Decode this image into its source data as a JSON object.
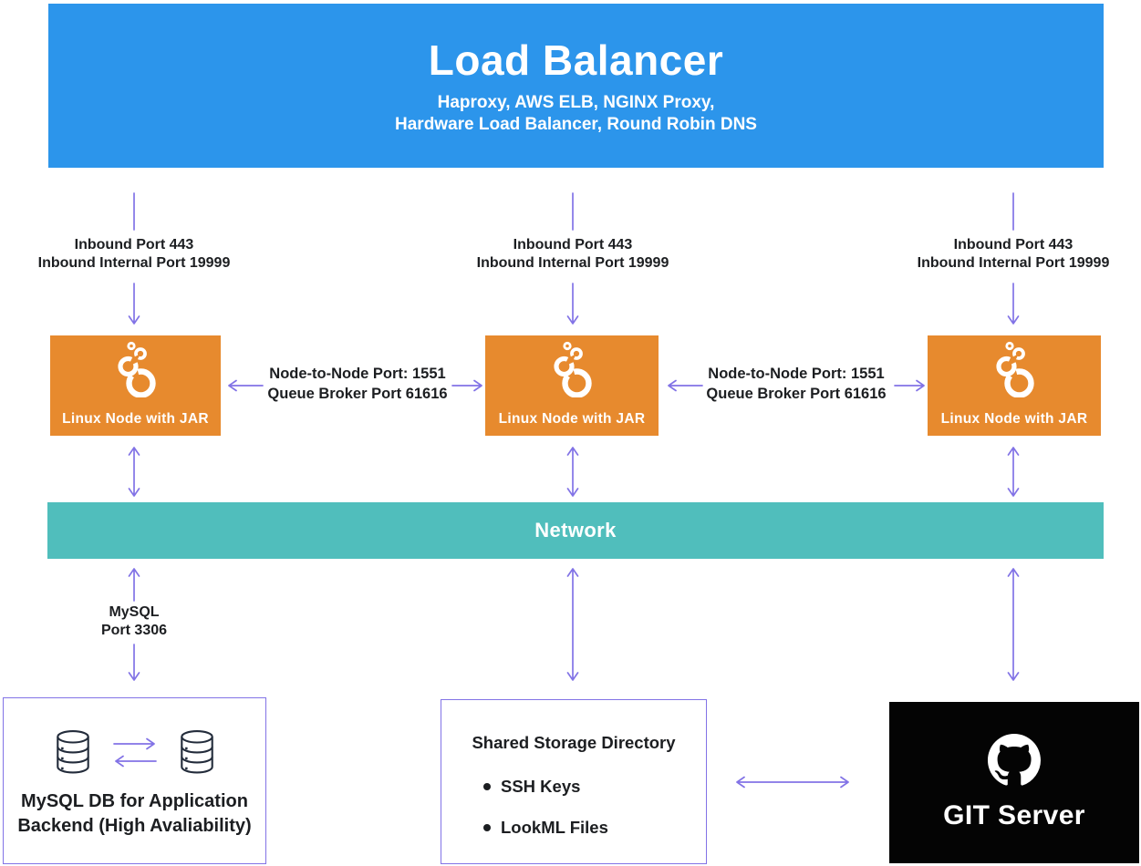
{
  "load_balancer": {
    "title": "Load Balancer",
    "subtitle_line1": "Haproxy, AWS ELB, NGINX Proxy,",
    "subtitle_line2": "Hardware Load Balancer, Round Robin DNS"
  },
  "inbound_labels": [
    {
      "line1": "Inbound Port 443",
      "line2": "Inbound Internal Port 19999"
    },
    {
      "line1": "Inbound Port 443",
      "line2": "Inbound Internal Port 19999"
    },
    {
      "line1": "Inbound Port 443",
      "line2": "Inbound Internal Port 19999"
    }
  ],
  "nodes": [
    {
      "label": "Linux Node with JAR"
    },
    {
      "label": "Linux Node with JAR"
    },
    {
      "label": "Linux Node with JAR"
    }
  ],
  "node_link_labels": [
    {
      "line1": "Node-to-Node Port: 1551",
      "line2": "Queue Broker Port 61616"
    },
    {
      "line1": "Node-to-Node Port: 1551",
      "line2": "Queue Broker Port 61616"
    }
  ],
  "network": {
    "label": "Network"
  },
  "mysql_link": {
    "line1": "MySQL",
    "line2": "Port 3306"
  },
  "mysql_box": {
    "line1": "MySQL DB for Application",
    "line2": "Backend (High Avaliability)"
  },
  "shared_storage": {
    "title": "Shared Storage Directory",
    "items": [
      "SSH Keys",
      "LookML Files"
    ]
  },
  "git_server": {
    "label": "GIT Server"
  },
  "icons": {
    "node_icon": "looker-circles-icon",
    "git_icon": "github-octocat-icon",
    "db_icon": "database-cylinder-icon"
  },
  "colors": {
    "load_balancer_blue": "#2C95EB",
    "node_orange": "#E78A2E",
    "network_teal": "#50BEBC",
    "arrow_purple": "#8273E6",
    "git_black": "#040404",
    "text_dark": "#1C1E21"
  }
}
